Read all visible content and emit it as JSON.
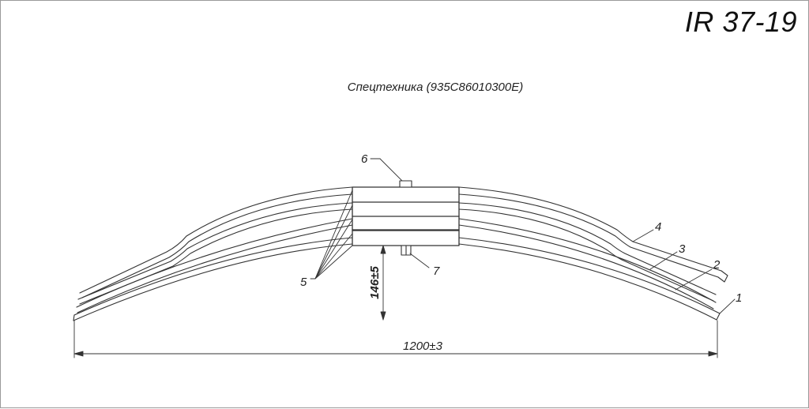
{
  "drawing": {
    "code": "IR 37-19",
    "subtitle": "Спецтехника (935C86010300E)",
    "dimensions": {
      "length": "1200±3",
      "height": "146±5"
    },
    "callouts": [
      "1",
      "2",
      "3",
      "4",
      "5",
      "6",
      "7"
    ]
  }
}
